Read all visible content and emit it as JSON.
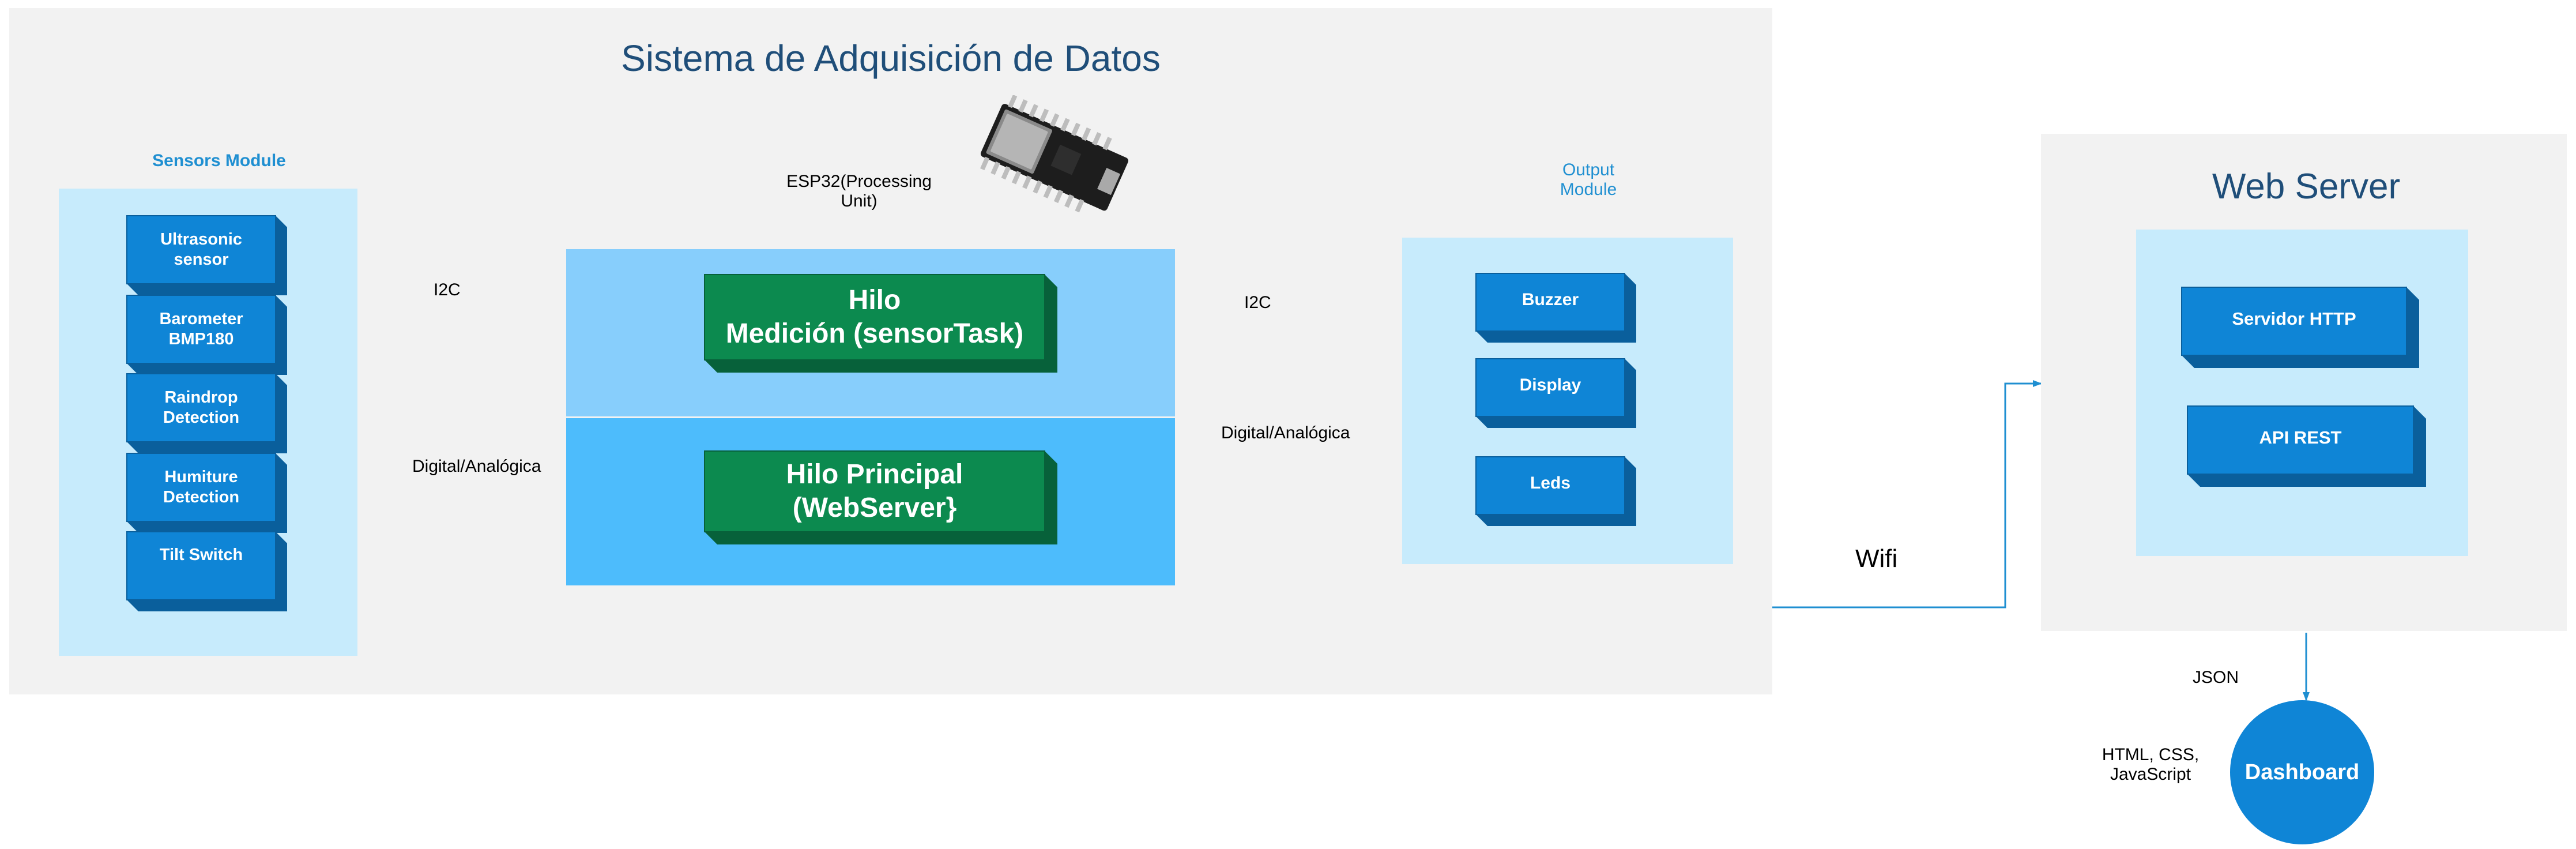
{
  "system": {
    "title": "Sistema de Adquisición de Datos",
    "sensors_module_label": "Sensors Module",
    "sensors": [
      "Ultrasonic\nsensor",
      "Barometer\nBMP180",
      "Raindrop\nDetection",
      "Humiture\nDetection",
      "Tilt Switch"
    ],
    "esp32_label": "ESP32(Processing\nUnit)",
    "thread_measurement": "Hilo\nMedición (sensorTask)",
    "thread_main": "Hilo Principal\n(WebServer}",
    "output_module_label": "Output\nModule",
    "outputs": [
      "Buzzer",
      "Display",
      "Leds"
    ],
    "conn_i2c_in": "I2C",
    "conn_analog_in": "Digital/Analógica",
    "conn_i2c_out": "I2C",
    "conn_analog_out": "Digital/Analógica"
  },
  "network": {
    "wifi_label": "Wifi"
  },
  "web_server": {
    "title": "Web Server",
    "components": [
      "Servidor HTTP",
      "API REST"
    ],
    "json_label": "JSON",
    "tech_label": "HTML, CSS,\nJavaScript",
    "dashboard_label": "Dashboard"
  },
  "colors": {
    "panel_bg": "#f2f2f2",
    "module_bg": "#c7ebfc",
    "thread_top_bg": "#87cefc",
    "thread_bottom_bg": "#4dbcfc",
    "blue_box": "#0f85d6",
    "green_box": "#0c8a4f",
    "connector": "#1f8fd1",
    "title_text": "#1f4e79"
  }
}
